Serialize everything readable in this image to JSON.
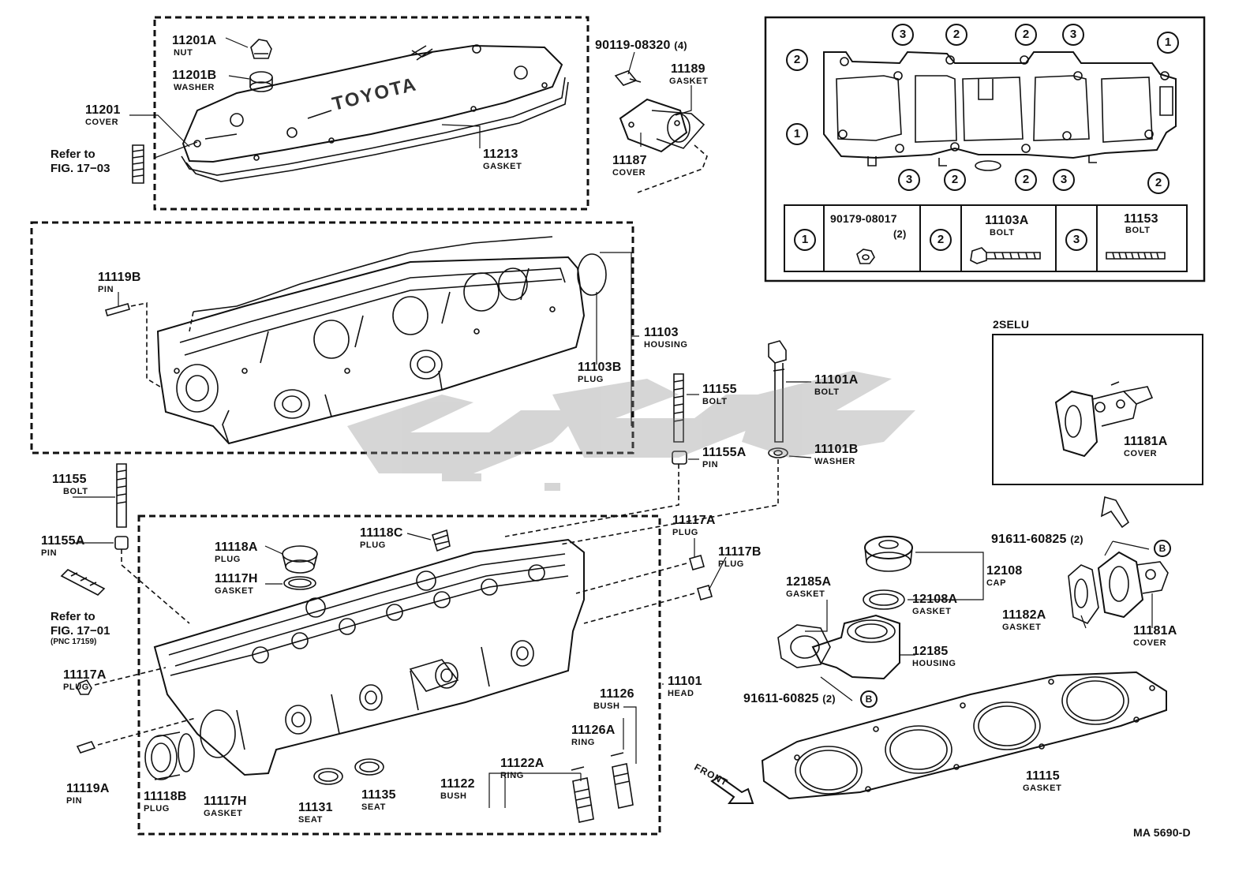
{
  "labels": {
    "p11201A": {
      "num": "11201A",
      "name": "NUT"
    },
    "p11201B": {
      "num": "11201B",
      "name": "WASHER"
    },
    "p11201": {
      "num": "11201",
      "name": "COVER"
    },
    "p11213": {
      "num": "11213",
      "name": "GASKET"
    },
    "ref1703": {
      "line1": "Refer to",
      "line2": "FIG. 17−03"
    },
    "p90119": {
      "num": "90119-08320",
      "qty": "(4)"
    },
    "p11189": {
      "num": "11189",
      "name": "GASKET"
    },
    "p11187": {
      "num": "11187",
      "name": "COVER"
    },
    "p11119B": {
      "num": "11119B",
      "name": "PIN"
    },
    "p11103": {
      "num": "11103",
      "name": "HOUSING"
    },
    "p11103B": {
      "num": "11103B",
      "name": "PLUG"
    },
    "p11155a": {
      "num": "11155",
      "name": "BOLT"
    },
    "p11155Aa": {
      "num": "11155A",
      "name": "PIN"
    },
    "p11101A": {
      "num": "11101A",
      "name": "BOLT"
    },
    "p11101B": {
      "num": "11101B",
      "name": "WASHER"
    },
    "p11155b": {
      "num": "11155",
      "name": "BOLT"
    },
    "p11155Ab": {
      "num": "11155A",
      "name": "PIN"
    },
    "ref1701": {
      "line1": "Refer to",
      "line2": "FIG. 17−01",
      "line3": "(PNC 17159)"
    },
    "p11117Aa": {
      "num": "11117A",
      "name": "PLUG"
    },
    "p11119A": {
      "num": "11119A",
      "name": "PIN"
    },
    "p11118B": {
      "num": "11118B",
      "name": "PLUG"
    },
    "p11117Hb": {
      "num": "11117H",
      "name": "GASKET"
    },
    "p11131": {
      "num": "11131",
      "name": "SEAT"
    },
    "p11135": {
      "num": "11135",
      "name": "SEAT"
    },
    "p11118A": {
      "num": "11118A",
      "name": "PLUG"
    },
    "p11117Ha": {
      "num": "11117H",
      "name": "GASKET"
    },
    "p11118C": {
      "num": "11118C",
      "name": "PLUG"
    },
    "p11117Ab": {
      "num": "11117A",
      "name": "PLUG"
    },
    "p11117B": {
      "num": "11117B",
      "name": "PLUG"
    },
    "p11101": {
      "num": "11101",
      "name": "HEAD"
    },
    "p11126": {
      "num": "11126",
      "name": "BUSH"
    },
    "p11126A": {
      "num": "11126A",
      "name": "RING"
    },
    "p11122A": {
      "num": "11122A",
      "name": "RING"
    },
    "p11122": {
      "num": "11122",
      "name": "BUSH"
    },
    "front": "FRONT",
    "p12185A": {
      "num": "12185A",
      "name": "GASKET"
    },
    "p12108": {
      "num": "12108",
      "name": "CAP"
    },
    "p12108A": {
      "num": "12108A",
      "name": "GASKET"
    },
    "p12185": {
      "num": "12185",
      "name": "HOUSING"
    },
    "p91611a": {
      "num": "91611-60825",
      "qty": "(2)",
      "ref": "B"
    },
    "p91611b": {
      "num": "91611-60825",
      "qty": "(2)",
      "ref": "B"
    },
    "p11182A": {
      "num": "11182A",
      "name": "GASKET"
    },
    "p11181Aa": {
      "num": "11181A",
      "name": "COVER"
    },
    "p11181Ab": {
      "num": "11181A",
      "name": "COVER"
    },
    "p11115": {
      "num": "11115",
      "name": "GASKET"
    },
    "inset2selu": "2SELU",
    "drawing_id": "MA 5690-D",
    "cover_text": "TOYOTA"
  },
  "bolt_table": {
    "markers_top": [
      "3",
      "2",
      "2",
      "3",
      "1"
    ],
    "markers_left": [
      "2",
      "1"
    ],
    "markers_bottom": [
      "3",
      "2",
      "2",
      "3",
      "2"
    ],
    "rows": [
      {
        "marker": "1",
        "part": "90179-08017",
        "qty": "(2)",
        "name": ""
      },
      {
        "marker": "2",
        "part": "11103A",
        "qty": "",
        "name": "BOLT"
      },
      {
        "marker": "3",
        "part": "11153",
        "qty": "",
        "name": "BOLT"
      }
    ]
  },
  "colors": {
    "line": "#111111",
    "watermark": "#8a8a8a"
  }
}
